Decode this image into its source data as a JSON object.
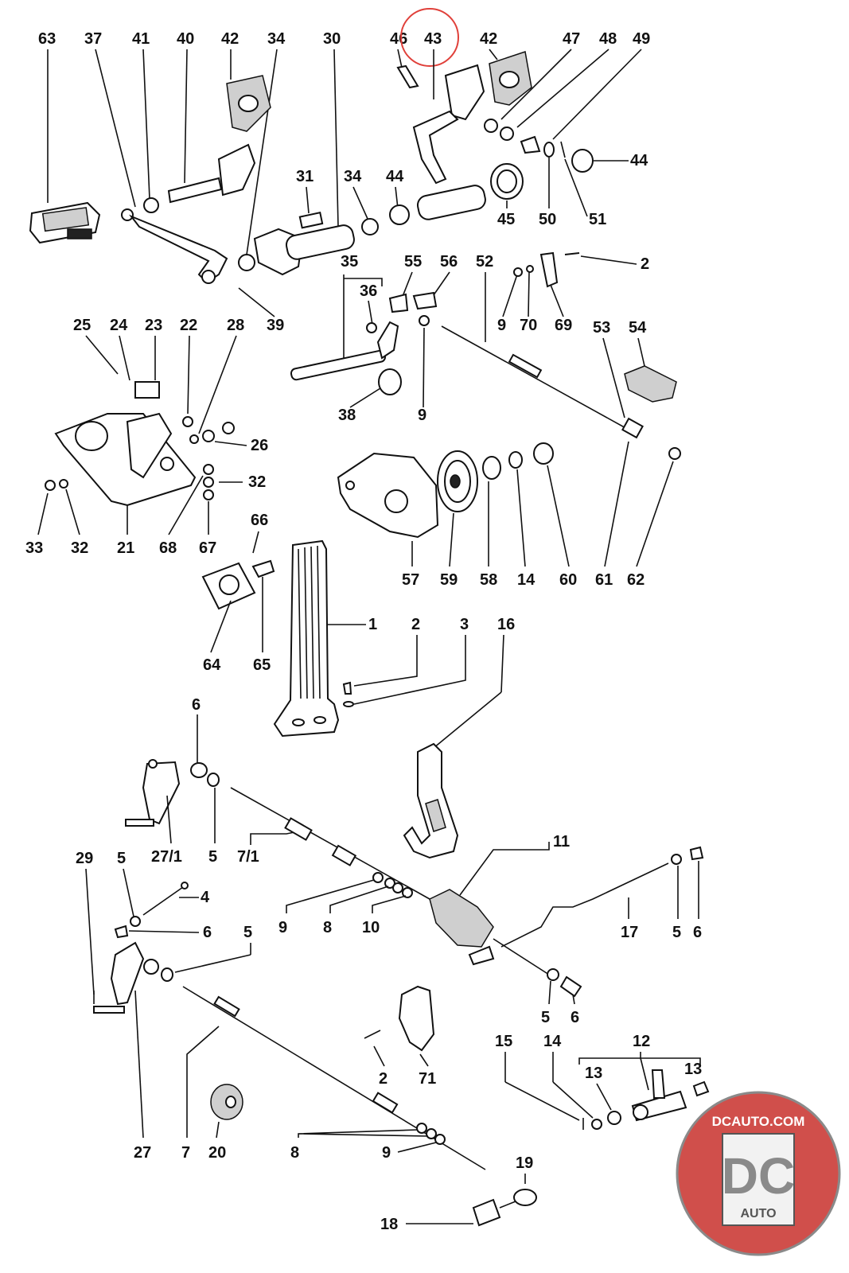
{
  "diagram": {
    "highlighted_part": "43",
    "highlight_color": "#e0403a",
    "labels": {
      "l63": "63",
      "l37": "37",
      "l41": "41",
      "l40": "40",
      "l42a": "42",
      "l34a": "34",
      "l30": "30",
      "l46": "46",
      "l43": "43",
      "l42b": "42",
      "l47": "47",
      "l48": "48",
      "l49": "49",
      "l31": "31",
      "l34b": "34",
      "l44a": "44",
      "l44b": "44",
      "l45": "45",
      "l50": "50",
      "l51": "51",
      "l35": "35",
      "l55": "55",
      "l56": "56",
      "l52": "52",
      "l2a": "2",
      "l36": "36",
      "l39": "39",
      "l9a": "9",
      "l70": "70",
      "l69": "69",
      "l25": "25",
      "l24": "24",
      "l23": "23",
      "l22": "22",
      "l28": "28",
      "l53": "53",
      "l54": "54",
      "l38": "38",
      "l9b": "9",
      "l26": "26",
      "l32a": "32",
      "l33": "33",
      "l32b": "32",
      "l21": "21",
      "l68": "68",
      "l67": "67",
      "l66": "66",
      "l57": "57",
      "l59": "59",
      "l58": "58",
      "l14a": "14",
      "l60": "60",
      "l61": "61",
      "l62": "62",
      "l64": "64",
      "l65": "65",
      "l1": "1",
      "l2b": "2",
      "l3": "3",
      "l16": "16",
      "l6a": "6",
      "l271": "27/1",
      "l5a": "5",
      "l71": "7/1",
      "l11": "11",
      "l29": "29",
      "l5b": "5",
      "l4": "4",
      "l6b": "6",
      "l5c": "5",
      "l9c": "9",
      "l8a": "8",
      "l10": "10",
      "l17": "17",
      "l5d": "5",
      "l6c": "6",
      "l5e": "5",
      "l6d": "6",
      "l15": "15",
      "l14b": "14",
      "l12": "12",
      "l13a": "13",
      "l13b": "13",
      "l2c": "2",
      "l71b": "71",
      "l27": "27",
      "l7": "7",
      "l20": "20",
      "l8b": "8",
      "l9d": "9",
      "l19": "19",
      "l18": "18"
    }
  },
  "badge": {
    "url_text": "DCAUTO.COM",
    "mark": "DC",
    "sub": "AUTO",
    "red": "#c8302c",
    "grey": "#8a8a8a"
  }
}
